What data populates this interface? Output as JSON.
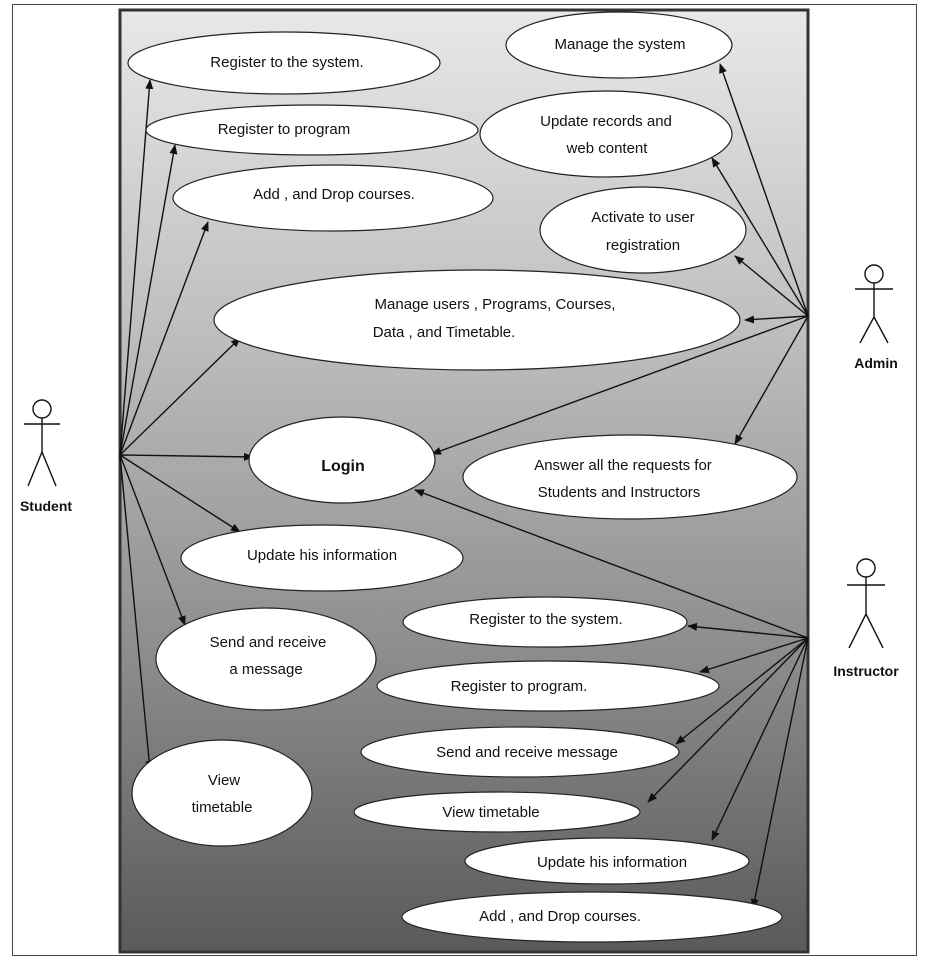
{
  "actors": {
    "student": "Student",
    "admin": "Admin",
    "instructor": "Instructor"
  },
  "use_cases": {
    "s_register_system": "Register to the system.",
    "s_register_program": "Register to program",
    "s_add_drop": "Add , and Drop courses.",
    "manage_system": "Manage  the system",
    "update_records_1": "Update records and",
    "update_records_2": "web  content",
    "activate_1": "Activate to user",
    "activate_2": "registration",
    "manage_users_1": "Manage users , Programs, Courses,",
    "manage_users_2": "Data , and Timetable.",
    "login": "Login",
    "answer_1": "Answer all the requests for",
    "answer_2": "Students and Instructors",
    "s_update_info": "Update his information",
    "s_send_msg_1": "Send and receive",
    "s_send_msg_2": "a message",
    "s_view_tt_1": "View",
    "s_view_tt_2": "timetable",
    "i_register_system": "Register to the system.",
    "i_register_program": "Register to program.",
    "i_send_msg": "Send and receive  message",
    "i_view_tt": "View timetable",
    "i_update_info": "Update his information",
    "i_add_drop": "Add , and Drop courses."
  }
}
